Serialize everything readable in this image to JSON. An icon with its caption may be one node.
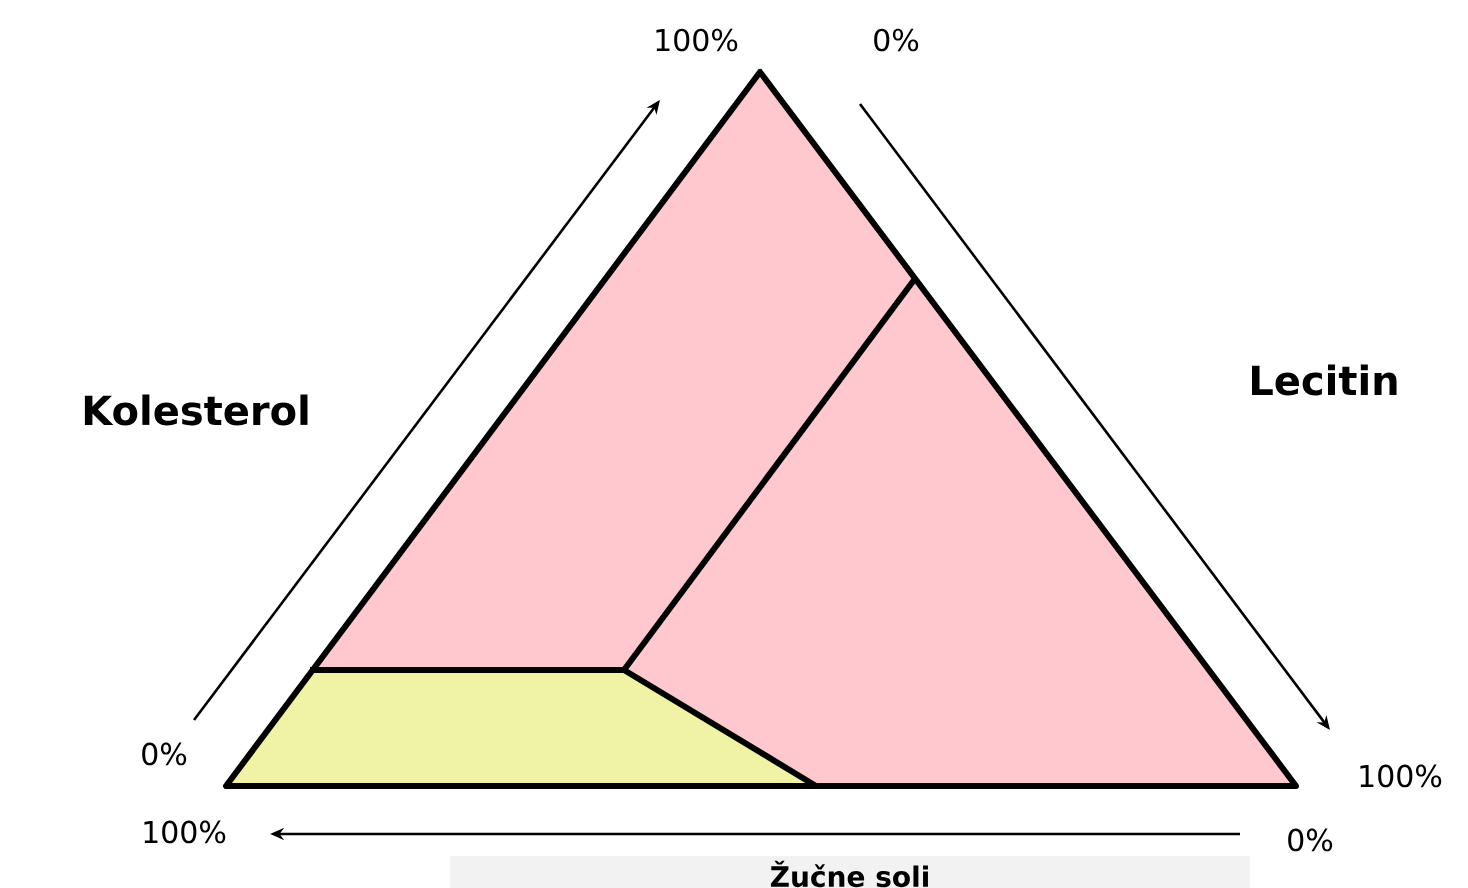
{
  "diagram": {
    "labels": [
      "100%",
      "0%",
      "Kolesterol",
      "Lecitin",
      "0%",
      "100%",
      "100%",
      "0%",
      "Žučne soli"
    ]
  }
}
